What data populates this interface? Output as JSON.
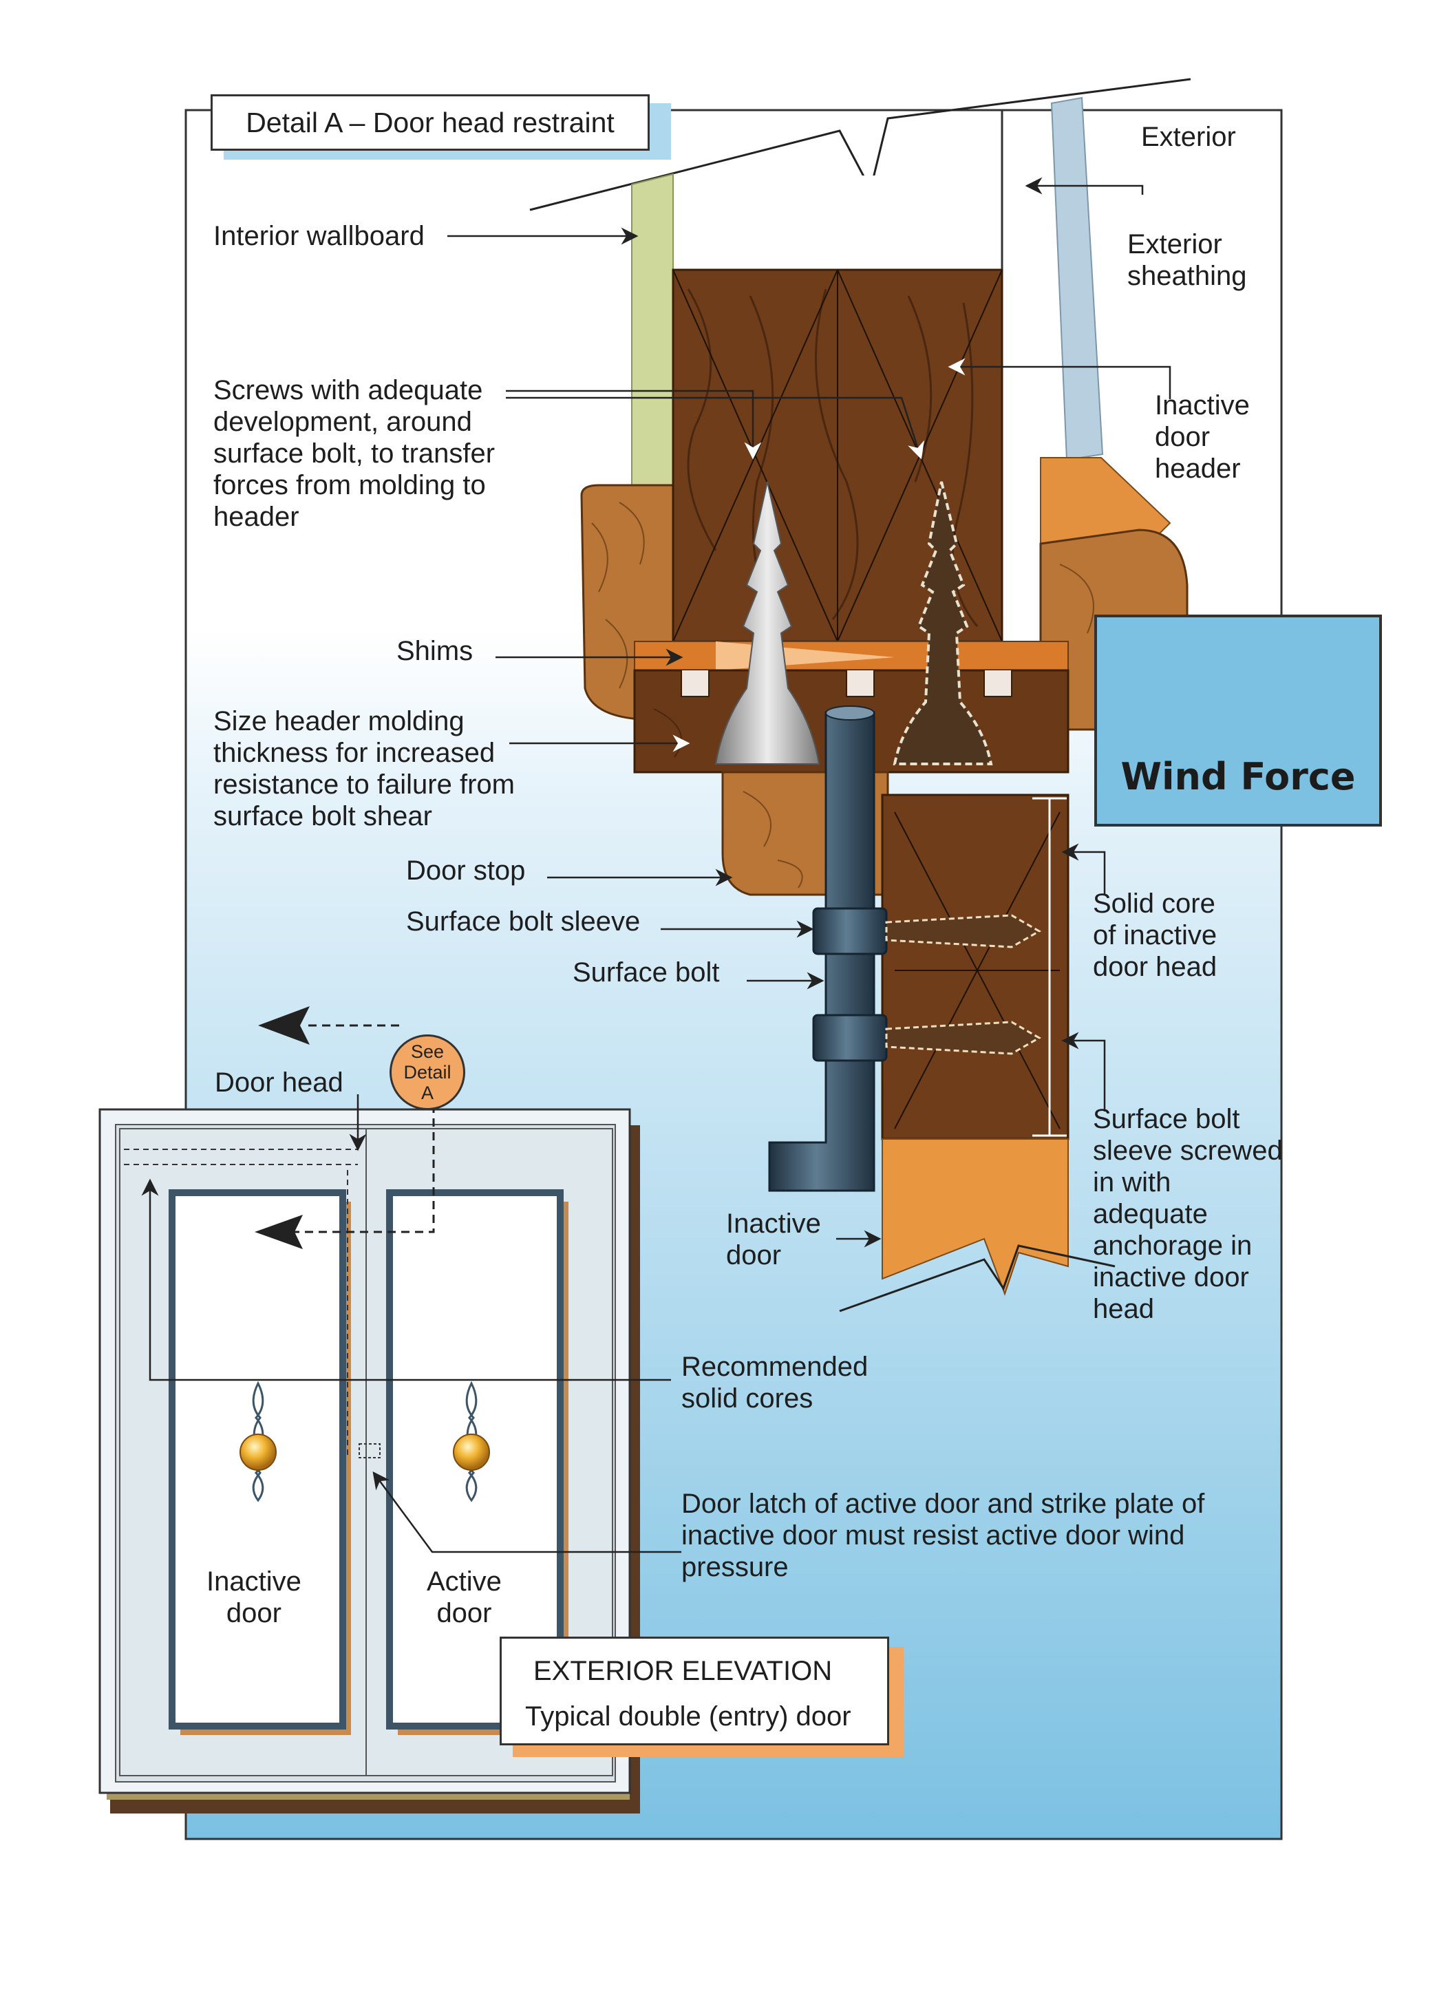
{
  "titles": {
    "detail_a": "Detail A – Door head restraint",
    "elevation_title": "EXTERIOR ELEVATION",
    "elevation_subtitle": "Typical double (entry) door",
    "see_detail": "See\nDetail\nA",
    "wind_force": "Wind Force"
  },
  "labels": {
    "exterior": "Exterior",
    "interior_wallboard": "Interior wallboard",
    "exterior_sheathing": "Exterior\nsheathing",
    "screws": "Screws with adequate\ndevelopment, around\nsurface bolt, to transfer\nforces from molding to\nheader",
    "inactive_door_header": "Inactive\ndoor\nheader",
    "shims": "Shims",
    "size_header_molding": "Size header molding\nthickness for increased\nresistance to failure from\nsurface bolt shear",
    "door_stop": "Door stop",
    "surface_bolt_sleeve": "Surface bolt sleeve",
    "surface_bolt": "Surface bolt",
    "solid_core": "Solid core\nof inactive\ndoor head",
    "surface_bolt_sleeve_screwed": "Surface bolt\nsleeve screwed\nin with\nadequate\nanchorage in\ninactive door\nhead",
    "inactive_door_detail": "Inactive\ndoor",
    "door_head": "Door head",
    "recommended_solid_cores": "Recommended\nsolid cores",
    "door_latch": "Door latch of active door and strike plate of\ninactive door must resist active door wind\npressure",
    "inactive_door": "Inactive\ndoor",
    "active_door": "Active\ndoor"
  },
  "colors": {
    "sky_light": "#d6ecf7",
    "sky_dark": "#7cc1e2",
    "wood_dark": "#6a3a18",
    "wood_mid": "#9a5a28",
    "wood_light": "#c98a4a",
    "orange": "#f2a764",
    "wallboard": "#cdd89a",
    "sheathing": "#b8cfe0",
    "bolt": "#3d5566",
    "wind_arrow": "#d7262b"
  }
}
